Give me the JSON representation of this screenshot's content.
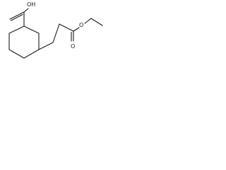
{
  "molecule": {
    "labels": {
      "carboxylic_acid": "OH",
      "ester_carbonyl_oxygen": "O",
      "ester_ether_oxygen": "O"
    },
    "colors": {
      "bond": "#1a1a1a",
      "background": "#ffffff"
    }
  }
}
